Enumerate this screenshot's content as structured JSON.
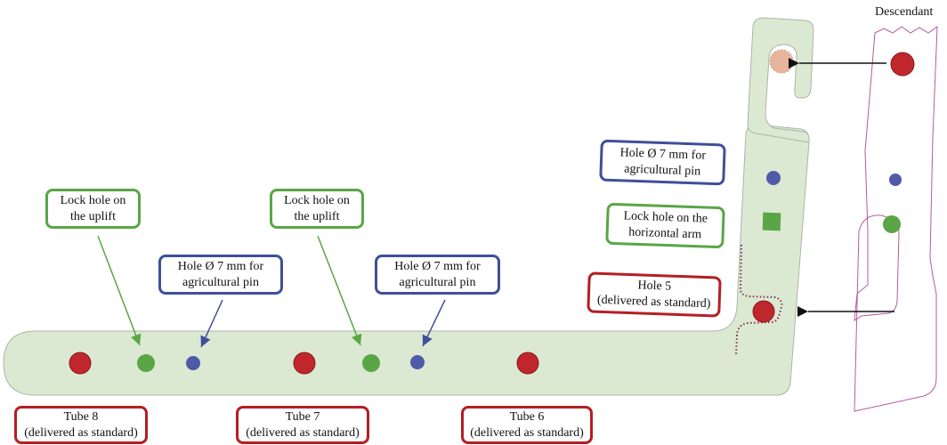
{
  "colors": {
    "bracket_fill": "#dbe9d3",
    "bracket_stroke": "#a9b6a6",
    "tube_hole": "#c0272d",
    "lock_hole": "#5aa646",
    "pin_hole": "#4f5ba8",
    "hole_ghost": "#e8b59c",
    "descendant_outline": "#b45aa0",
    "green_border": "#5aa646",
    "blue_border": "#3f4f9a",
    "red_border": "#b41e23"
  },
  "descendant": {
    "title": "Descendant"
  },
  "labels": {
    "lock_uplift_1": {
      "line1": "Lock hole on",
      "line2": "the uplift"
    },
    "lock_uplift_2": {
      "line1": "Lock hole on",
      "line2": "the uplift"
    },
    "pin_1": {
      "line1": "Hole Ø 7 mm for",
      "line2": "agricultural pin"
    },
    "pin_2": {
      "line1": "Hole Ø 7 mm for",
      "line2": "agricultural pin"
    },
    "pin_3": {
      "line1": "Hole Ø 7 mm for",
      "line2": "agricultural pin"
    },
    "lock_horizontal": {
      "line1": "Lock hole on the",
      "line2": "horizontal arm"
    },
    "hole5": {
      "line1": "Hole 5",
      "line2": "(delivered as standard)"
    },
    "tube8": {
      "line1": "Tube 8",
      "line2": "(delivered as standard)"
    },
    "tube7": {
      "line1": "Tube 7",
      "line2": "(delivered as standard)"
    },
    "tube6": {
      "line1": "Tube 6",
      "line2": "(delivered as standard)"
    }
  }
}
